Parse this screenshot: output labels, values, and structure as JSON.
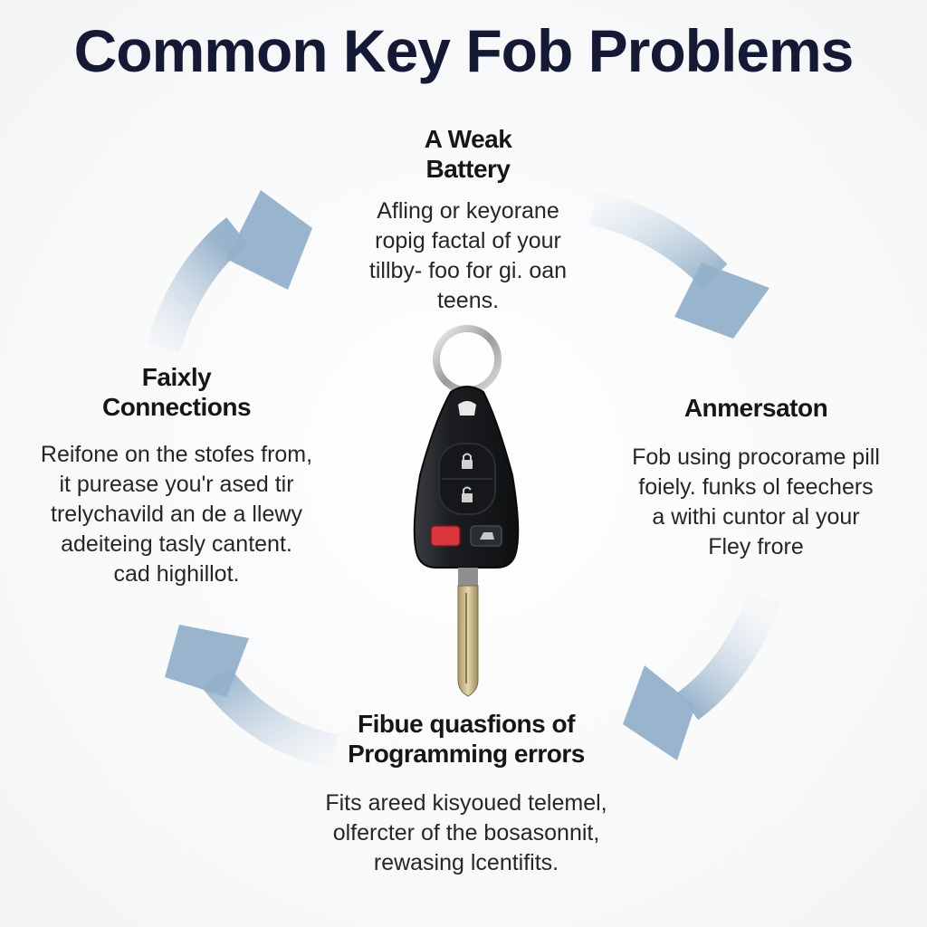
{
  "title": "Common Key Fob Problems",
  "sections": {
    "top": {
      "heading": [
        "A Weak",
        "Battery"
      ],
      "body": [
        "Afling or keyorane",
        "ropig factal of your",
        "tillby- foo for gi. oan",
        "teens."
      ]
    },
    "left": {
      "heading": [
        "Faixly",
        "Connections"
      ],
      "body": [
        "Reifone on the stofes from,",
        "it purease you'r ased tir",
        "trelychavild an de a llewy",
        "adeiteing tasly cantent.",
        "cad highillot."
      ]
    },
    "right": {
      "heading": [
        "Anmersaton"
      ],
      "body": [
        "Fob using procorame pill",
        "foiely. funks ol feechers",
        "a withi cuntor al your",
        "Fley frore"
      ]
    },
    "bottom": {
      "heading": [
        "Fibue quasfions of",
        "Programming errors"
      ],
      "body": [
        "Fits areed kisyoued telemel,",
        "olfercter of the bosasonnit,",
        "rewasing lcentifits."
      ]
    }
  },
  "icons": {
    "key_fob": "car-key-fob-icon",
    "lock": "lock-icon",
    "unlock": "unlock-icon",
    "panic": "panic-button-icon",
    "trunk": "trunk-icon",
    "cycle_arrows": "cycle-arrow-icon"
  },
  "colors": {
    "title": "#141a36",
    "arrow": "#9fb8cf",
    "fob_body": "#1d1f22",
    "panic_button": "#d9363e",
    "key_blade": "#c9b98a"
  }
}
